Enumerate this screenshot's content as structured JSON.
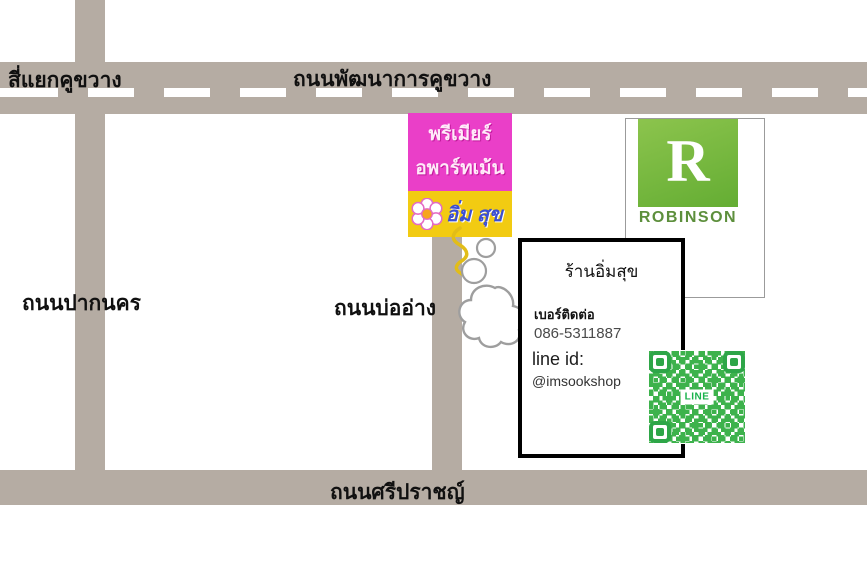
{
  "roads": {
    "intersection_label": "สี่แยกคูขวาง",
    "top_label": "ถนนพัฒนาการคูขวาง",
    "left_label": "ถนนปากนคร",
    "middle_label": "ถนนบ่ออ่าง",
    "bottom_label": "ถนนศรีปราชญ์"
  },
  "premier_sign": {
    "line1": "พรีเมียร์",
    "line2": "อพาร์ทเม้น",
    "strip_text": "อิ่ม สุข"
  },
  "robinson": {
    "logo_letter": "R",
    "name": "ROBINSON",
    "brand_green": "#6fb43c"
  },
  "info_card": {
    "shop_name": "ร้านอิ่มสุข",
    "contact_label": "เบอร์ติดต่อ",
    "phone": "086-5311887",
    "line_id_label": "line id:",
    "line_id": "@imsookshop"
  },
  "qr": {
    "brand": "LINE",
    "color": "#3db24c"
  },
  "colors": {
    "road": "#b5aca3",
    "dash": "#ffffff",
    "premier_pink": "#ea3fc8",
    "strip_yellow": "#f2cb12"
  }
}
